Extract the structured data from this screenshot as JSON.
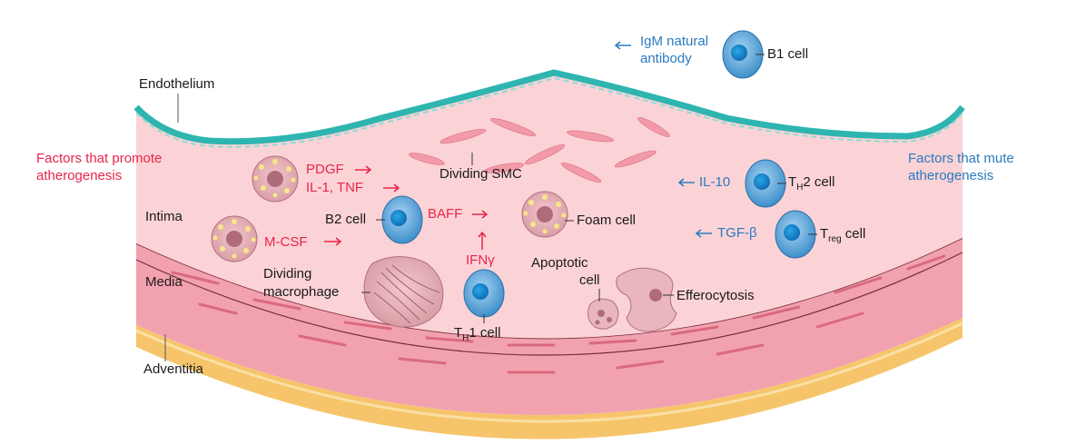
{
  "labels": {
    "endothelium": "Endothelium",
    "intima": "Intima",
    "media": "Media",
    "adventitia": "Adventitia",
    "promote": "Factors that promote atherogenesis",
    "promote_line1": "Factors that promote",
    "promote_line2": "atherogenesis",
    "mute_line1": "Factors that mute",
    "mute_line2": "atherogenesis",
    "igm_line1": "IgM natural",
    "igm_line2": "antibody",
    "b1_cell": "B1 cell",
    "pdgf": "PDGF",
    "il1_tnf": "IL-1, TNF",
    "dividing_smc": "Dividing SMC",
    "il10": "IL-10",
    "th2_T": "T",
    "th2_sub": "H",
    "th2_rest": "2 cell",
    "b2_cell": "B2 cell",
    "baff": "BAFF",
    "foam_cell": "Foam cell",
    "tgfb": "TGF-β",
    "treg_T": "T",
    "treg_sub": "reg",
    "treg_rest": " cell",
    "mcsf": "M-CSF",
    "ifng": "IFNγ",
    "apoptotic_line1": "Apoptotic",
    "apoptotic_line2": "cell",
    "dividing_line1": "Dividing",
    "dividing_line2": "macrophage",
    "efferocytosis": "Efferocytosis",
    "th1_T": "T",
    "th1_sub": "H",
    "th1_rest": "1 cell"
  },
  "colors": {
    "promote": "#e8254b",
    "mute": "#2a7bc0",
    "endothelium": "#2fb5b0",
    "intima": "#fbd3d6",
    "media": "#f2a2ae",
    "adventitia": "#f6c56b",
    "lymphocyte": "#5aa9dd"
  }
}
